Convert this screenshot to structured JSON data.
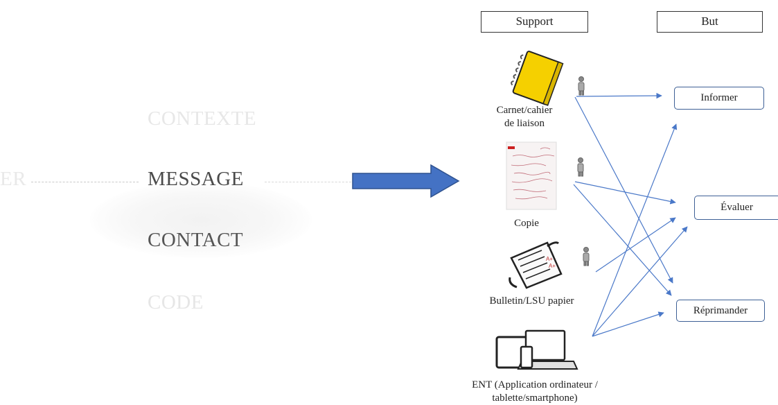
{
  "left_labels": {
    "contexte": "CONTEXTE",
    "message": "MESSAGE",
    "contact": "CONTACT",
    "code": "CODE",
    "edge": "ER"
  },
  "headers": {
    "support": "Support",
    "but": "But"
  },
  "supports": [
    {
      "id": "carnet",
      "label": "Carnet/cahier\nde liaison",
      "icon": "notebook-icon"
    },
    {
      "id": "copie",
      "label": "Copie",
      "icon": "graded-paper-icon"
    },
    {
      "id": "bulletin",
      "label": "Bulletin/LSU papier",
      "icon": "report-card-icon"
    },
    {
      "id": "ent",
      "label": "ENT (Application ordinateur /\ntablette/smartphone)",
      "icon": "devices-icon"
    }
  ],
  "goals": [
    {
      "id": "informer",
      "label": "Informer"
    },
    {
      "id": "evaluer",
      "label": "Évaluer"
    },
    {
      "id": "reprimander",
      "label": "Réprimander"
    }
  ],
  "links": [
    {
      "from": "carnet",
      "to": "informer"
    },
    {
      "from": "carnet",
      "to": "reprimander"
    },
    {
      "from": "copie",
      "to": "evaluer"
    },
    {
      "from": "copie",
      "to": "reprimander"
    },
    {
      "from": "bulletin",
      "to": "evaluer"
    },
    {
      "from": "ent",
      "to": "informer"
    },
    {
      "from": "ent",
      "to": "evaluer"
    },
    {
      "from": "ent",
      "to": "reprimander"
    }
  ],
  "colors": {
    "arrow_big": "#4472c4",
    "link_lines": "#4a78c8",
    "goal_border": "#3d5f95",
    "notebook": "#f5d000"
  }
}
